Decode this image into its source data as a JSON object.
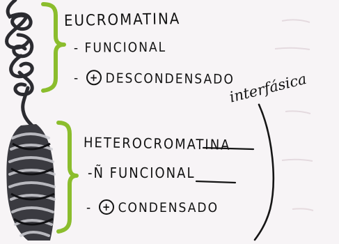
{
  "colors": {
    "paper": "#f7f4f6",
    "ink": "#121212",
    "bracket_green": "#8bbd2d",
    "coil_dark": "#2b2b30"
  },
  "euchromatin": {
    "title": "EUCROMATINA",
    "point_1": "- FUNCIONAL",
    "point_2_prefix": "-",
    "point_2_symbol": "+",
    "point_2_text": "DESCONDENSADO"
  },
  "interphase_note": "interfásica",
  "heterochromatin": {
    "title": "HETEROCROMATINA",
    "point_1": "-Ñ FUNCIONAL",
    "point_2_prefix": "-",
    "point_2_symbol": "+",
    "point_2_text": "CONDENSADO"
  }
}
